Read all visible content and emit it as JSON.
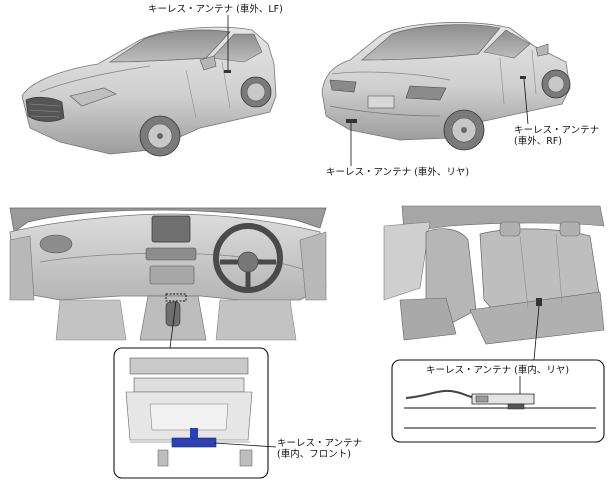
{
  "labels": {
    "exterior_lf": "キーレス・アンテナ (車外、LF)",
    "exterior_rf_line1": "キーレス・アンテナ",
    "exterior_rf_line2": "(車外、RF)",
    "exterior_rear": "キーレス・アンテナ (車外、リヤ)",
    "interior_front_line1": "キーレス・アンテナ",
    "interior_front_line2": "(車内、フロント)",
    "interior_rear": "キーレス・アンテナ (車内、リヤ)"
  },
  "colors": {
    "antenna_highlight": "#2a3fb8",
    "line": "#111111",
    "body_fill": "#d4d4d4",
    "body_shade": "#a9a9a9"
  }
}
